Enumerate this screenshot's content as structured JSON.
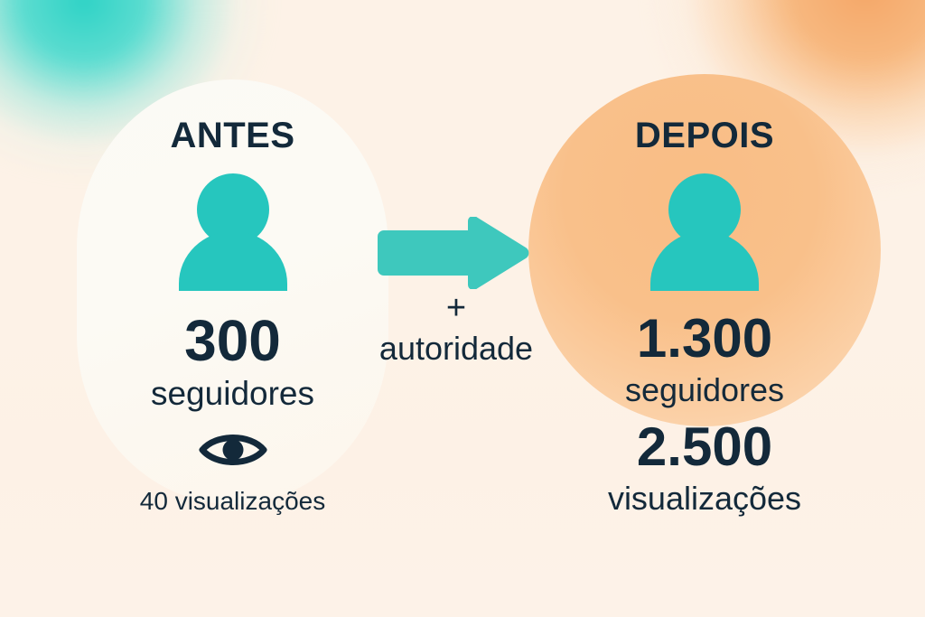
{
  "theme": {
    "accent_teal": "#26c6be",
    "accent_orange": "#f9bd85",
    "text_navy": "#13293a",
    "bg_cream": "#fdf2e8",
    "bg_gradient_start": "#2fd3c6",
    "bg_gradient_end": "#f5a768"
  },
  "before": {
    "heading": "ANTES",
    "person_icon": "person-icon",
    "followers_count": "300",
    "followers_label": "seguidores",
    "views_icon": "eye-icon",
    "views_text": "40 visualizações"
  },
  "middle": {
    "arrow_icon": "arrow-right-icon",
    "plus": "+",
    "caption": "autoridade"
  },
  "after": {
    "heading": "DEPOIS",
    "person_icon": "person-icon",
    "followers_count": "1.300",
    "followers_label": "seguidores",
    "views_count": "2.500",
    "views_label": "visualizações"
  }
}
